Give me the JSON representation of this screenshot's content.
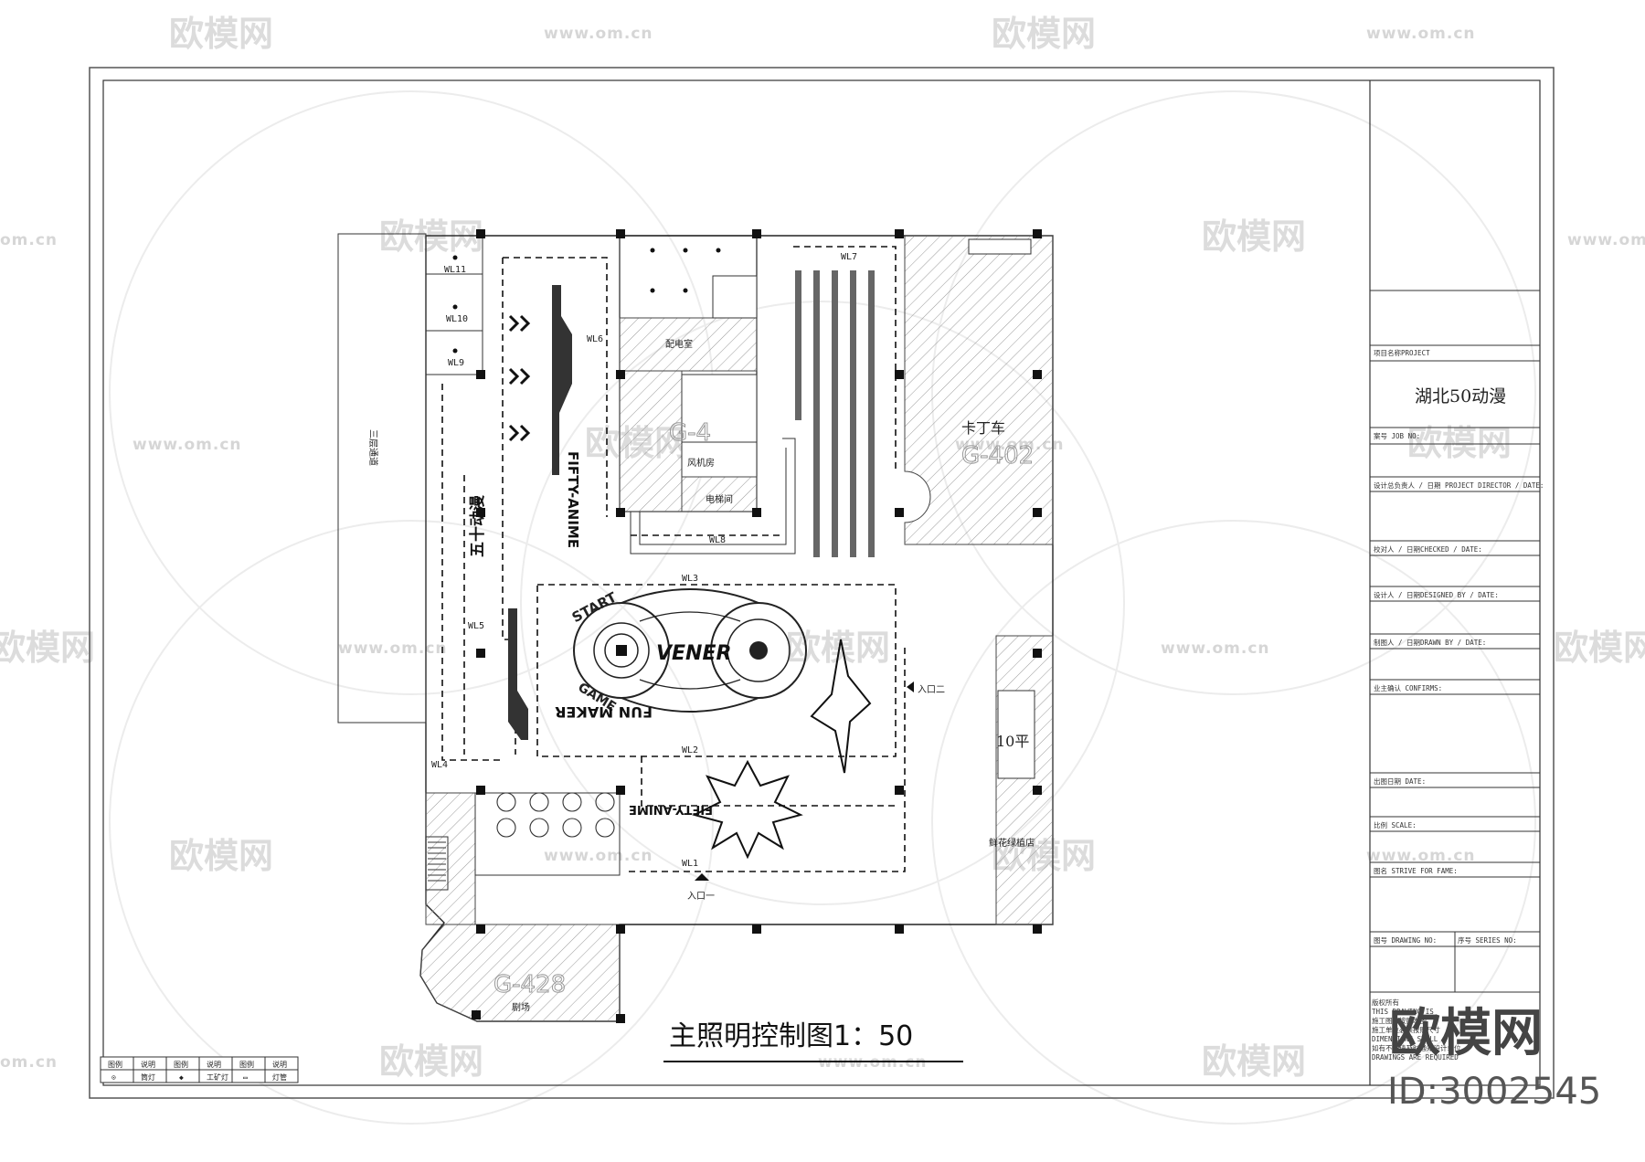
{
  "drawing": {
    "title": "主照明控制图1：50",
    "project_name": "湖北50动漫",
    "watermark_brand": "欧模网",
    "watermark_url": "www.om.cn",
    "watermark_url_short": "om.cn",
    "id_text": "ID:3002545"
  },
  "title_block": {
    "project_label": "项目名称PROJECT",
    "job_no_label": "案号 JOB NO:",
    "director_label": "设计总负责人 / 日期 PROJECT DIRECTOR / DATE:",
    "checked_label": "校对人 / 日期CHECKED / DATE:",
    "designed_label": "设计人 / 日期DESIGNED BY / DATE:",
    "drawn_label": "制图人 / 日期DRAWN BY / DATE:",
    "confirm_label": "业主确认 CONFIRMS:",
    "date_label": "出图日期 DATE:",
    "scale_label": "比例 SCALE:",
    "drawing_label": "图名 STRIVE FOR FAME:",
    "drawing_no_label": "图号 DRAWING NO:",
    "series_no_label": "序号 SERIES NO:",
    "copyright_lines": [
      "版权所有",
      "THIS DRAWING IS",
      "施工图须按照本图",
      "施工单位必须按照尺寸",
      "DIMENSIONS SHALL",
      "如有不符请及时通知设计单位",
      "DRAWINGS ARE REQUIRED"
    ]
  },
  "legend": {
    "headers": [
      "图例",
      "说明",
      "图例",
      "说明",
      "图例",
      "说明"
    ],
    "row": [
      "⊙",
      "筒灯",
      "◆",
      "工矿灯",
      "▭",
      "灯管"
    ]
  },
  "circuits": [
    "WL1",
    "WL2",
    "WL3",
    "WL4",
    "WL5",
    "WL6",
    "WL7",
    "WL8",
    "WL9",
    "WL10",
    "WL11"
  ],
  "rooms": {
    "control_room": "配电室",
    "fan_room": "风机房",
    "elevator": "电梯间",
    "store_name": "卡丁车",
    "store_code": "G-402",
    "floor_label": "三层通道",
    "area_10": "10平",
    "flower_shop": "鲜花绿植店",
    "theatre": "剧场",
    "theatre_code": "G-428",
    "room_code_mid": "G-4"
  },
  "entrances": {
    "entrance_1": "入口一",
    "entrance_2": "入口二"
  },
  "floor_graphics": {
    "logo_start": "START",
    "logo_game": "GAME",
    "logo_maker": "FUN MAKER",
    "logo_center": "VENER",
    "logo_vertical": "FIFTY-ANIME",
    "logo_vertical_cn": "五十动漫",
    "logo_burst": "FIFTY-ANIME"
  }
}
